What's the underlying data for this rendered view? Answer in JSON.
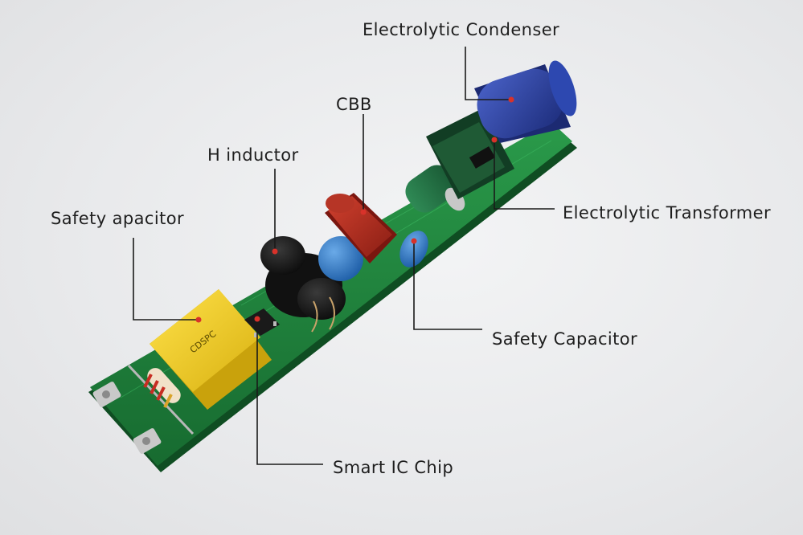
{
  "labels": {
    "electrolytic_condenser": "Electrolytic Condenser",
    "cbb": "CBB",
    "h_inductor": "H inductor",
    "safety_apacitor": "Safety apacitor",
    "electrolytic_transformer": "Electrolytic Transformer",
    "safety_capacitor": "Safety Capacitor",
    "smart_ic_chip": "Smart IC Chip"
  },
  "colors": {
    "pcb": "#1f7a3a",
    "pcb_edge": "#135a28",
    "condenser": "#2a3f9e",
    "cbb": "#b02a1e",
    "inductor": "#1a1a1a",
    "disc_capacitor": "#2d78c4",
    "x2_capacitor": "#f0cf22",
    "transformer": "#1f5a35",
    "leader_line": "#1a1a1a",
    "marker_dot": "#d8322a"
  }
}
